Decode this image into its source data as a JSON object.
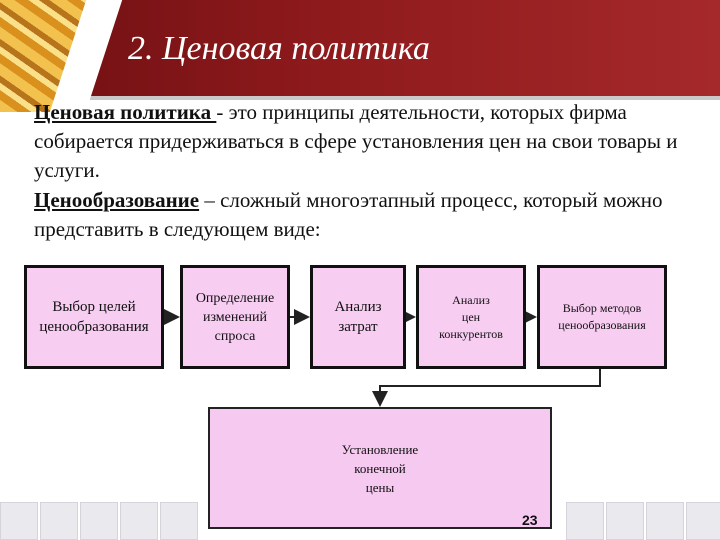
{
  "slide": {
    "title": "2. Ценовая политика",
    "page_number": "23"
  },
  "paragraphs": {
    "p1_term": "Ценовая политика ",
    "p1_rest": "- это принципы деятельности, которых фирма собирается придерживаться в сфере установления цен на свои товары и услуги.",
    "p2_term": "Ценообразование",
    "p2_rest": " – сложный многоэтапный процесс, который можно представить в следующем виде:"
  },
  "flow": {
    "steps": [
      {
        "l1": "Выбор целей",
        "l2": "ценообразования",
        "l3": ""
      },
      {
        "l1": "Определение",
        "l2": "изменений",
        "l3": "спроса"
      },
      {
        "l1": "Анализ",
        "l2": "затрат",
        "l3": ""
      },
      {
        "l1": "Анализ",
        "l2": "цен",
        "l3": "конкурентов"
      },
      {
        "l1": "Выбор методов",
        "l2": "ценообразования",
        "l3": ""
      }
    ],
    "final": {
      "l1": "Установление",
      "l2": "конечной",
      "l3": "цены"
    }
  },
  "colors": {
    "header": "#8e1a1c",
    "box_fill": "#f8cdf2",
    "box_border": "#111111"
  }
}
